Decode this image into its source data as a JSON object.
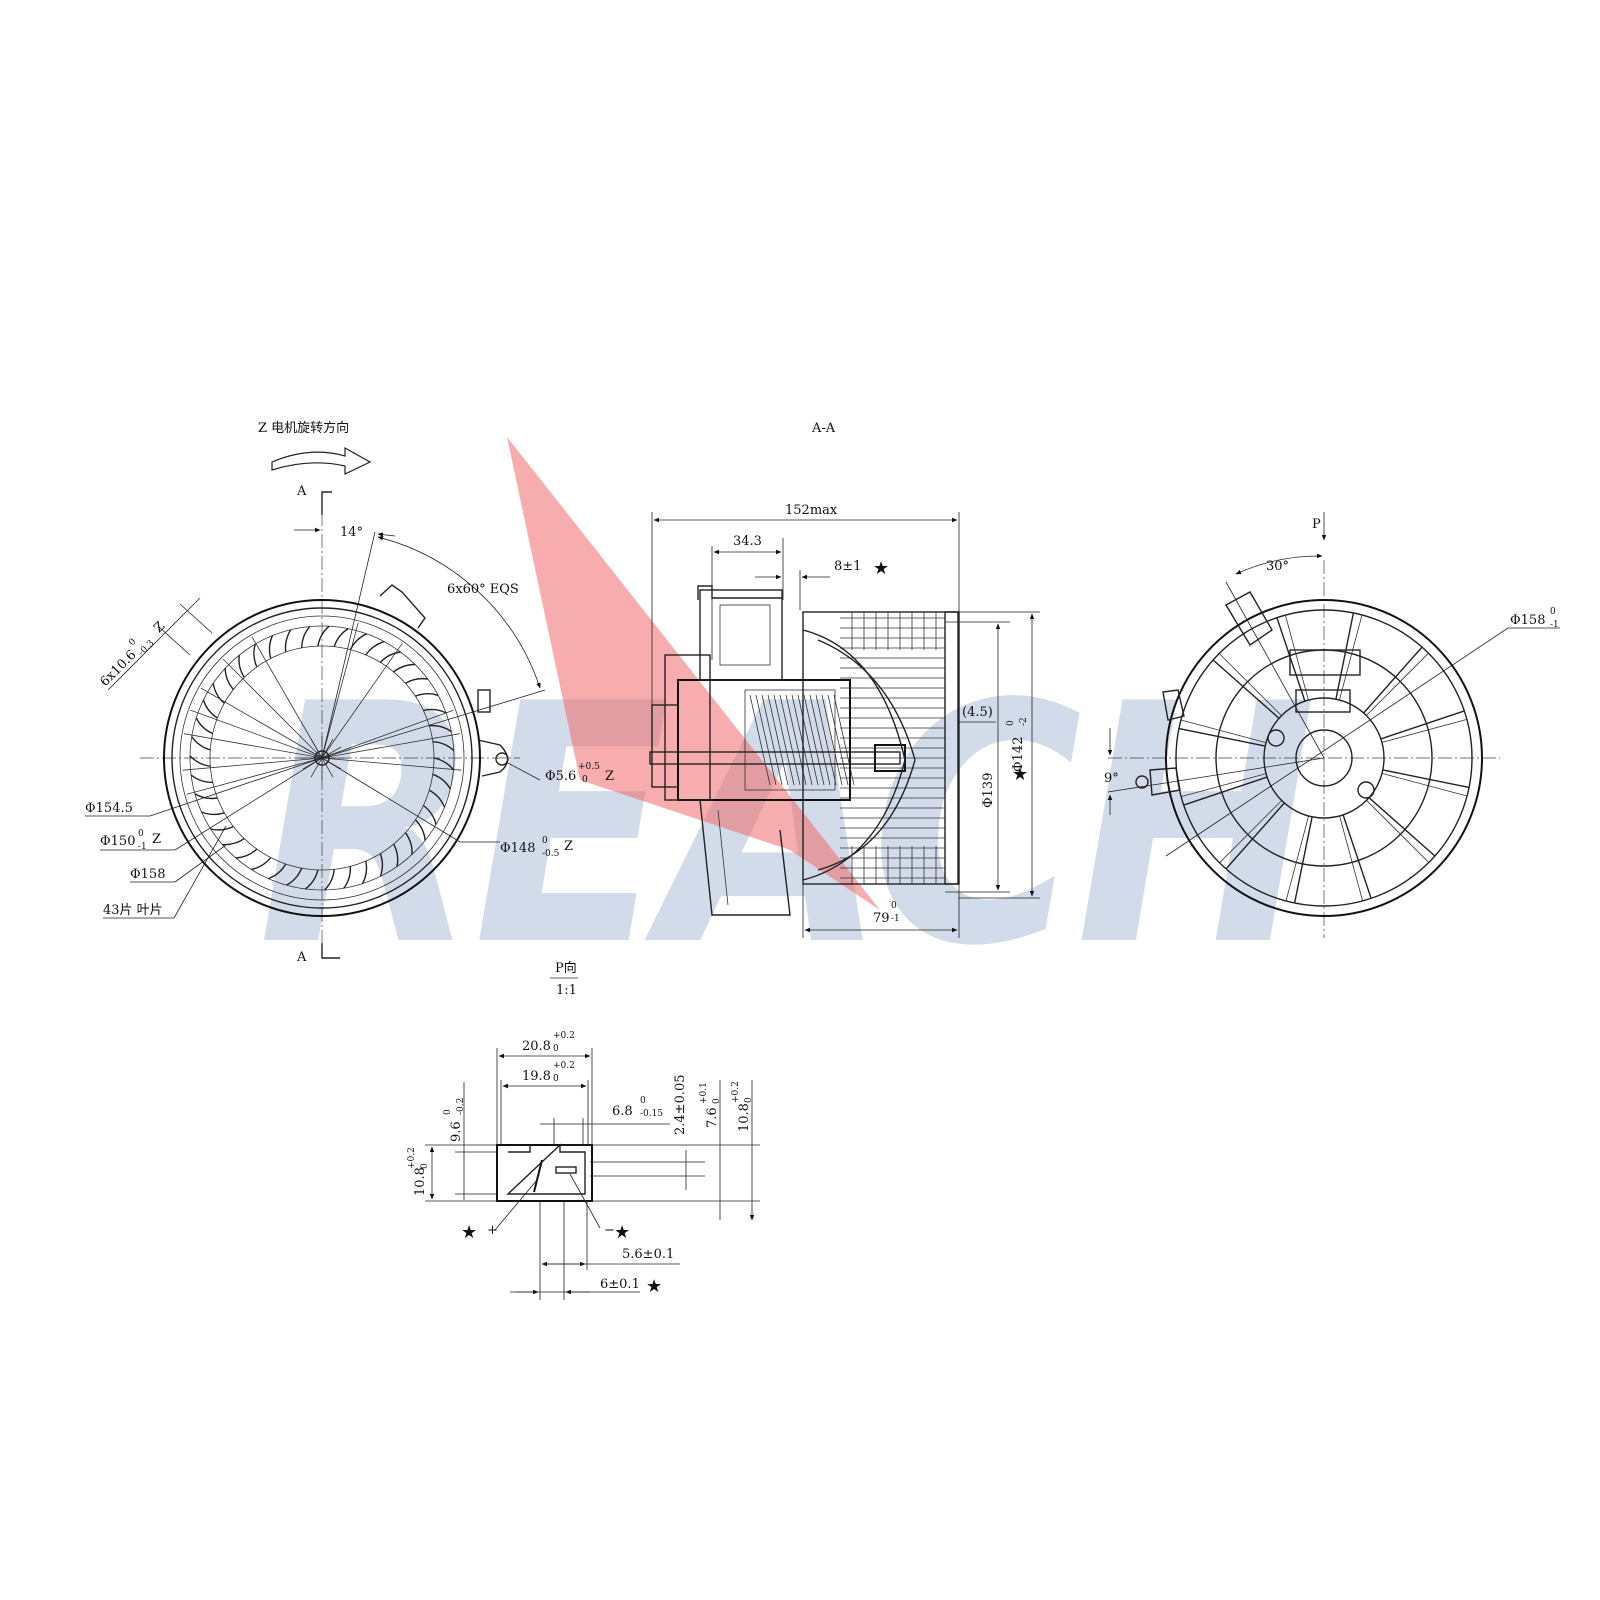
{
  "watermark": "REACH",
  "colors": {
    "watermark": "#b9c8de",
    "accent_triangle": "#f06a6a",
    "line": "#222222"
  },
  "left_view": {
    "rotation_note": "Z 电机旋转方向",
    "section_mark_top": "A",
    "section_mark_bottom": "A",
    "angle_14": "14°",
    "pattern": "6x60° EQS",
    "slot_dim": "6x10.6",
    "slot_tol_upper": "0",
    "slot_tol_lower": "-0.3",
    "slot_z": "Z",
    "d154": "Φ154.5",
    "d150": "Φ150",
    "d150_tol_upper": "0",
    "d150_tol_lower": "-1",
    "d150_z": "Z",
    "d158": "Φ158",
    "blades": "43片 叶片",
    "hole": "Φ5.6",
    "hole_tol_upper": "+0.5",
    "hole_tol_lower": "0",
    "hole_z": "Z",
    "d148": "Φ148",
    "d148_tol_upper": "0",
    "d148_tol_lower": "-0.5",
    "d148_z": "Z"
  },
  "section_view": {
    "title": "A-A",
    "len_152": "152max",
    "len_34": "34.3",
    "len_8": "8±1",
    "star": "★",
    "gap_45": "(4.5)",
    "d139": "Φ139",
    "d142": "Φ142",
    "d142_tol_upper": "0",
    "d142_tol_lower": "-2",
    "len_79": "79",
    "len_79_tol_upper": "0",
    "len_79_tol_lower": "-1"
  },
  "right_view": {
    "p_arrow": "P",
    "angle_30": "30°",
    "angle_9": "9°",
    "d158": "Φ158",
    "d158_tol_upper": "0",
    "d158_tol_lower": "-1"
  },
  "connector_view": {
    "title": "P向",
    "scale": "1:1",
    "w208": "20.8",
    "w208_tol_upper": "+0.2",
    "w208_tol_lower": "0",
    "w198": "19.8",
    "w198_tol_upper": "+0.2",
    "w198_tol_lower": "0",
    "w68": "6.8",
    "w68_tol_upper": "0",
    "w68_tol_lower": "-0.15",
    "h24": "2.4±0.05",
    "h76": "7.6",
    "h76_tol_upper": "+0.1",
    "h76_tol_lower": "0",
    "h108r": "10.8",
    "h108r_tol_upper": "+0.2",
    "h108r_tol_lower": "0",
    "h96": "9.6",
    "h96_tol_upper": "0",
    "h96_tol_lower": "-0.2",
    "h108l": "10.8",
    "h108l_tol_upper": "+0.2",
    "h108l_tol_lower": "0",
    "plus": "+",
    "minus": "−",
    "w56": "5.6±0.1",
    "w6": "6±0.1"
  }
}
